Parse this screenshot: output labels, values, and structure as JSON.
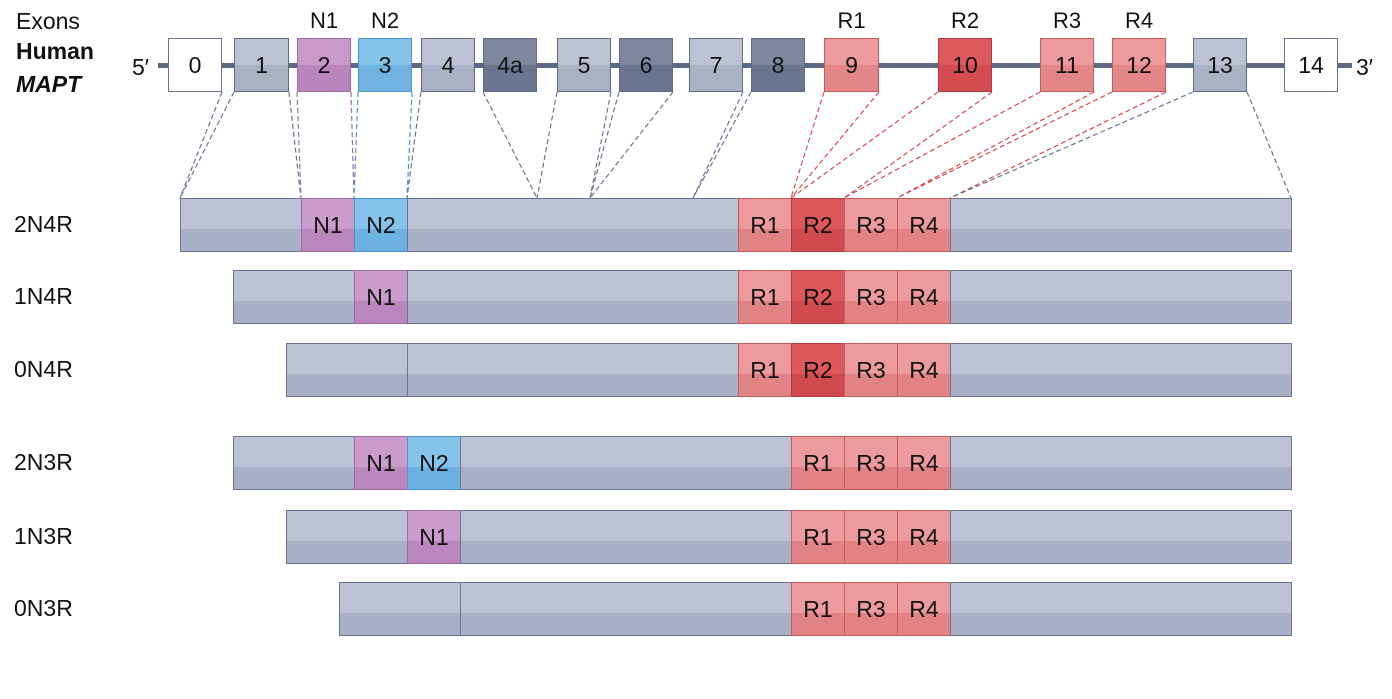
{
  "header": {
    "exons_label": "Exons",
    "human_label": "Human",
    "gene_label": "MAPT",
    "five_prime": "5′",
    "three_prime": "3′"
  },
  "exons": [
    {
      "label": "0",
      "style": "white",
      "region": ""
    },
    {
      "label": "1",
      "style": "grey",
      "region": ""
    },
    {
      "label": "2",
      "style": "purple",
      "region": "N1"
    },
    {
      "label": "3",
      "style": "blue",
      "region": "N2"
    },
    {
      "label": "4",
      "style": "grey",
      "region": ""
    },
    {
      "label": "4a",
      "style": "dgrey",
      "region": ""
    },
    {
      "label": "5",
      "style": "grey",
      "region": ""
    },
    {
      "label": "6",
      "style": "dgrey",
      "region": ""
    },
    {
      "label": "7",
      "style": "grey",
      "region": ""
    },
    {
      "label": "8",
      "style": "dgrey",
      "region": ""
    },
    {
      "label": "9",
      "style": "red",
      "region": "R1"
    },
    {
      "label": "10",
      "style": "dred",
      "region": "R2"
    },
    {
      "label": "11",
      "style": "red",
      "region": "R3"
    },
    {
      "label": "12",
      "style": "red",
      "region": "R4"
    },
    {
      "label": "13",
      "style": "grey",
      "region": ""
    },
    {
      "label": "14",
      "style": "white",
      "region": ""
    }
  ],
  "isoforms": [
    {
      "name": "2N4R",
      "segments": [
        {
          "type": "plain",
          "label": ""
        },
        {
          "type": "N1",
          "label": "N1"
        },
        {
          "type": "N2",
          "label": "N2"
        },
        {
          "type": "plain",
          "label": ""
        },
        {
          "type": "R",
          "label": "R1"
        },
        {
          "type": "R2",
          "label": "R2"
        },
        {
          "type": "R",
          "label": "R3"
        },
        {
          "type": "R",
          "label": "R4"
        },
        {
          "type": "plain",
          "label": ""
        }
      ]
    },
    {
      "name": "1N4R",
      "segments": [
        {
          "type": "plain",
          "label": ""
        },
        {
          "type": "N1",
          "label": "N1"
        },
        {
          "type": "plain",
          "label": ""
        },
        {
          "type": "R",
          "label": "R1"
        },
        {
          "type": "R2",
          "label": "R2"
        },
        {
          "type": "R",
          "label": "R3"
        },
        {
          "type": "R",
          "label": "R4"
        },
        {
          "type": "plain",
          "label": ""
        }
      ]
    },
    {
      "name": "0N4R",
      "segments": [
        {
          "type": "plain",
          "label": ""
        },
        {
          "type": "plain",
          "label": ""
        },
        {
          "type": "R",
          "label": "R1"
        },
        {
          "type": "R2",
          "label": "R2"
        },
        {
          "type": "R",
          "label": "R3"
        },
        {
          "type": "R",
          "label": "R4"
        },
        {
          "type": "plain",
          "label": ""
        }
      ]
    },
    {
      "name": "2N3R",
      "segments": [
        {
          "type": "plain",
          "label": ""
        },
        {
          "type": "N1",
          "label": "N1"
        },
        {
          "type": "N2",
          "label": "N2"
        },
        {
          "type": "plain",
          "label": ""
        },
        {
          "type": "R",
          "label": "R1"
        },
        {
          "type": "R",
          "label": "R3"
        },
        {
          "type": "R",
          "label": "R4"
        },
        {
          "type": "plain",
          "label": ""
        }
      ]
    },
    {
      "name": "1N3R",
      "segments": [
        {
          "type": "plain",
          "label": ""
        },
        {
          "type": "N1",
          "label": "N1"
        },
        {
          "type": "plain",
          "label": ""
        },
        {
          "type": "R",
          "label": "R1"
        },
        {
          "type": "R",
          "label": "R3"
        },
        {
          "type": "R",
          "label": "R4"
        },
        {
          "type": "plain",
          "label": ""
        }
      ]
    },
    {
      "name": "0N3R",
      "segments": [
        {
          "type": "plain",
          "label": ""
        },
        {
          "type": "plain",
          "label": ""
        },
        {
          "type": "R",
          "label": "R1"
        },
        {
          "type": "R",
          "label": "R3"
        },
        {
          "type": "R",
          "label": "R4"
        },
        {
          "type": "plain",
          "label": ""
        }
      ]
    }
  ],
  "colors": {
    "gene_line": "#5e6880",
    "connector_grey": "#6c7590",
    "connector_purple": "#a36aa7",
    "connector_blue": "#4a96cd",
    "connector_red": "#d24c50"
  }
}
